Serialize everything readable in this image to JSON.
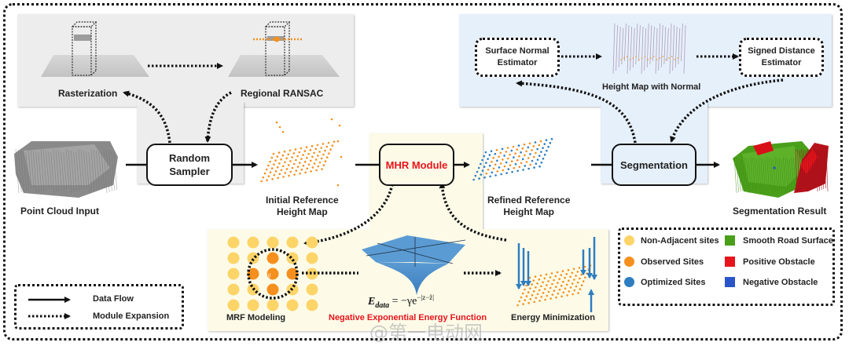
{
  "colors": {
    "gray_panel": "#ededed",
    "blue_panel": "#e6f0fb",
    "yellow_panel": "#fdfbe8",
    "orange_site": "#f5901e",
    "yellow_site": "#fdd468",
    "blue_site": "#2e7dc0",
    "road_green": "#4a9f1a",
    "obstacle_red": "#e8141b",
    "obstacle_blue": "#2a55c8",
    "mhr_red": "#e8141b"
  },
  "pipeline": {
    "point_cloud_label": "Point Cloud Input",
    "random_sampler_label": "Random\nSampler",
    "initial_map_label": "Initial Reference\nHeight Map",
    "mhr_module_label": "MHR Module",
    "refined_map_label": "Refined Reference\nHeight Map",
    "segmentation_label": "Segmentation",
    "segmentation_result_label": "Segmentation Result"
  },
  "sampler_expansion": {
    "rasterization_label": "Rasterization",
    "regional_ransac_label": "Regional RANSAC"
  },
  "segmentation_expansion": {
    "surface_normal_label": "Surface Normal\nEstimator",
    "height_map_normal_label": "Height Map with Normal",
    "signed_distance_label": "Signed Distance\nEstimator"
  },
  "mhr_expansion": {
    "mrf_label": "MRF Modeling",
    "center_site_label": "z_ij",
    "energy_formula_lhs": "E",
    "energy_formula_sub": "data",
    "energy_formula_rhs": "= −γe",
    "energy_formula_exp": "−|z−ẑ|",
    "energy_function_label": "Negative Exponential Energy Function",
    "energy_min_label": "Energy Minimization"
  },
  "legend_lines": {
    "items": [
      {
        "label": "Data Flow",
        "style": "solid"
      },
      {
        "label": "Module Expansion",
        "style": "dotted"
      }
    ]
  },
  "legend_symbols": {
    "items": [
      {
        "label": "Non-Adjacent sites",
        "shape": "circle",
        "color": "#fdd468"
      },
      {
        "label": "Observed Sites",
        "shape": "circle",
        "color": "#f5901e"
      },
      {
        "label": "Optimized Sites",
        "shape": "circle",
        "color": "#2e7dc0"
      },
      {
        "label": "Smooth Road Surface",
        "shape": "square",
        "color": "#4a9f1a"
      },
      {
        "label": "Positive Obstacle",
        "shape": "square",
        "color": "#e8141b"
      },
      {
        "label": "Negative Obstacle",
        "shape": "square",
        "color": "#2a55c8"
      }
    ]
  },
  "watermark": "@第一电动网"
}
